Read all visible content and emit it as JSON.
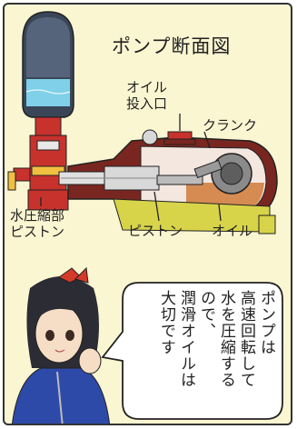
{
  "title": "ポンプ断面図",
  "labels": {
    "oil_inlet": [
      "オイル",
      "投入口"
    ],
    "crank": "クランク",
    "water_piston": [
      "水圧縮部",
      "ピストン"
    ],
    "piston": "ピストン",
    "oil": "オイル"
  },
  "speech": {
    "columns": [
      "ポンプは",
      "高速回転して",
      "水を圧縮する",
      "ので、",
      "潤滑オイルは",
      "大切です"
    ]
  },
  "colors": {
    "background": "#fbf6d2",
    "pump_red": "#c8322d",
    "housing": "#7a2620",
    "oil": "#d07a3a",
    "base": "#d8d44a",
    "tank": "#3a4658",
    "water": "#7fd0e8"
  }
}
